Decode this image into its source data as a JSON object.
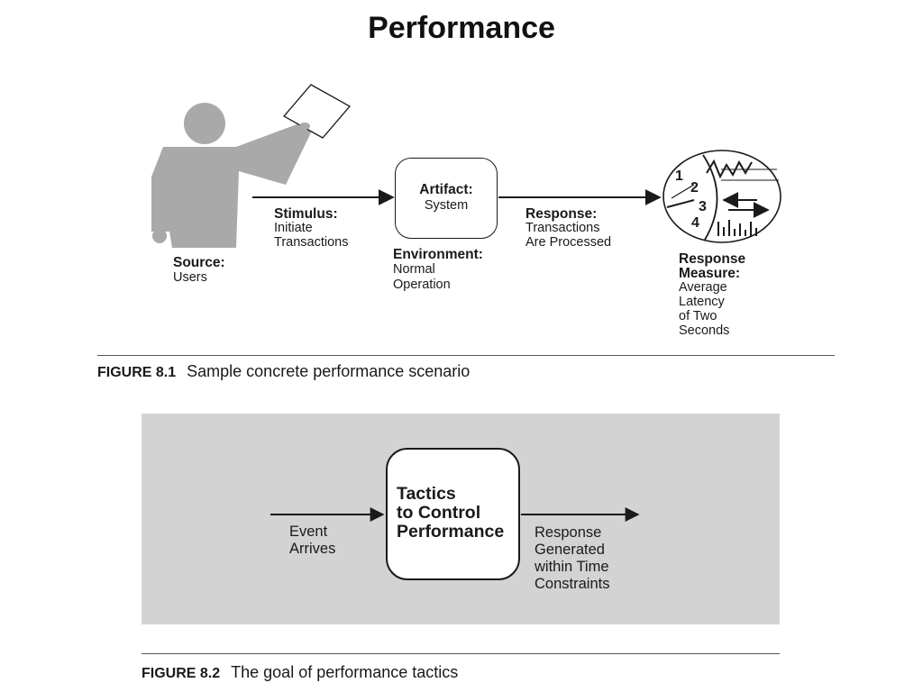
{
  "slide": {
    "title": "Performance"
  },
  "figure1": {
    "source": {
      "heading": "Source:",
      "lines": [
        "Users"
      ]
    },
    "stimulus": {
      "heading": "Stimulus:",
      "lines": [
        "Initiate",
        "Transactions"
      ]
    },
    "artifact": {
      "heading": "Artifact:",
      "lines": [
        "System"
      ]
    },
    "environment": {
      "heading": "Environment:",
      "lines": [
        "Normal",
        "Operation"
      ]
    },
    "response": {
      "heading": "Response:",
      "lines": [
        "Transactions",
        "Are Processed"
      ]
    },
    "response_measure": {
      "heading": [
        "Response",
        "Measure:"
      ],
      "lines": [
        "Average",
        "Latency",
        "of Two",
        "Seconds"
      ]
    },
    "gauge_numbers": [
      "1",
      "2",
      "3",
      "4"
    ],
    "caption": {
      "number": "FIGURE 8.1",
      "text": "Sample concrete performance scenario"
    }
  },
  "figure2": {
    "input": {
      "lines": [
        "Event",
        "Arrives"
      ]
    },
    "box": {
      "lines": [
        "Tactics",
        "to Control",
        "Performance"
      ]
    },
    "output": {
      "lines": [
        "Response",
        "Generated",
        "within Time",
        "Constraints"
      ]
    },
    "caption": {
      "number": "FIGURE 8.2",
      "text": "The goal of performance tactics"
    }
  },
  "colors": {
    "figure_gray": "#a9a9a9",
    "panel_gray": "#d4d3d3",
    "ink": "#1a1a1a"
  }
}
